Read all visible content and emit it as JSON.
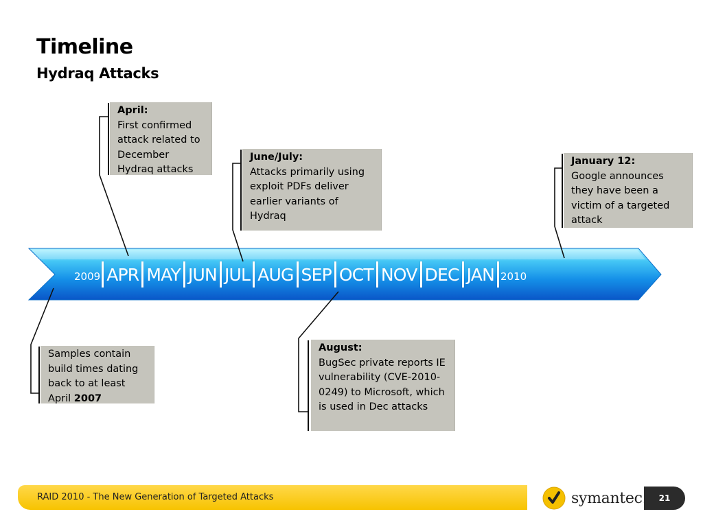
{
  "header": {
    "title": "Timeline",
    "subtitle": "Hydraq Attacks"
  },
  "timeline": {
    "start_year": "2009",
    "end_year": "2010",
    "months": [
      "APR",
      "MAY",
      "JUN",
      "JUL",
      "AUG",
      "SEP",
      "OCT",
      "NOV",
      "DEC",
      "JAN"
    ],
    "colors": {
      "arrow_top": "#7fe6ff",
      "arrow_mid": "#1aa8f0",
      "arrow_bottom": "#0a5fd0"
    }
  },
  "callouts": {
    "april": {
      "head": "April:",
      "body": "First confirmed attack related to December Hydraq attacks"
    },
    "june_july": {
      "head": "June/July:",
      "body": "Attacks primarily using exploit PDFs deliver earlier variants of Hydraq"
    },
    "january": {
      "head": "January 12:",
      "body": "Google announces they have been a victim of a targeted attack"
    },
    "samples": {
      "body": "Samples contain build times dating back to at least April ",
      "bold": "2007"
    },
    "august": {
      "head": "August:",
      "body": "BugSec private reports IE vulnerability (CVE-2010-0249) to Microsoft, which is used in Dec attacks"
    }
  },
  "footer": {
    "text": "RAID 2010 - The New Generation of Targeted Attacks",
    "brand": "symantec.",
    "page_number": "21",
    "bar_color": "#f7c300",
    "logo_icon": "symantec-logo-icon"
  }
}
